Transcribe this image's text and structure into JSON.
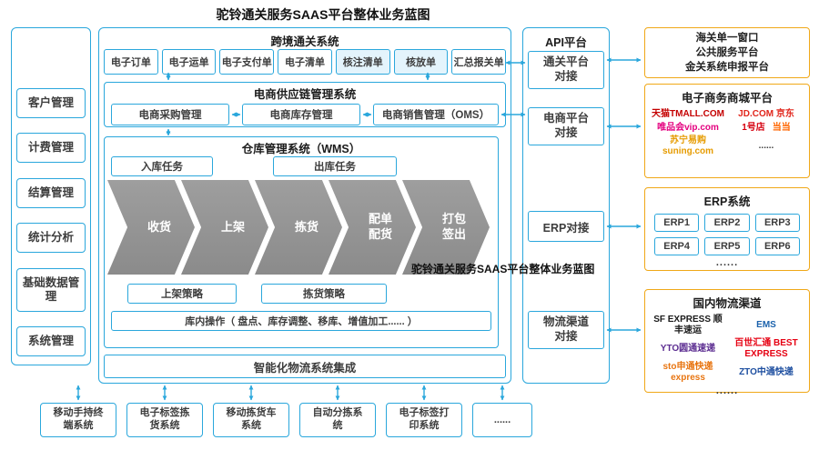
{
  "title": "驼铃通关服务SAAS平台整体业务蓝图",
  "watermark": "驼铃通关服务SAAS平台整体业务蓝图",
  "colors": {
    "accent": "#2AA7DC",
    "panel_border": "#F0A818",
    "chevron": "#8F8F8F"
  },
  "sidebar": {
    "items": [
      "客户管理",
      "计费管理",
      "结算管理",
      "统计分析",
      "基础数据管理",
      "系统管理"
    ]
  },
  "customs": {
    "title": "跨境通关系统",
    "items": [
      "电子订单",
      "电子运单",
      "电子支付单",
      "电子清单",
      "核注清单",
      "核放单",
      "汇总报关单"
    ]
  },
  "supply": {
    "title": "电商供应链管理系统",
    "items": [
      "电商采购管理",
      "电商库存管理",
      "电商销售管理（OMS）"
    ]
  },
  "wms": {
    "title": "仓库管理系统（WMS）",
    "inbound": "入库任务",
    "outbound": "出库任务",
    "flow": [
      "收货",
      "上架",
      "拣货",
      "配单配货",
      "打包签出"
    ],
    "strategies": [
      "上架策略",
      "拣货策略"
    ],
    "ops": "库内操作（ 盘点、库存调整、移库、增值加工...... ）"
  },
  "integration": "智能化物流系统集成",
  "api": {
    "title": "API平台",
    "items": [
      "通关平台对接",
      "电商平台对接",
      "ERP对接",
      "物流渠道对接"
    ]
  },
  "panels": {
    "customs_window": {
      "lines": [
        "海关单一窗口",
        "公共服务平台",
        "金关系统申报平台"
      ]
    },
    "mall": {
      "title": "电子商务商城平台",
      "brands": [
        {
          "label": "天猫TMALL.COM",
          "color": "#C40000"
        },
        {
          "label": "JD.COM 京东",
          "color": "#E1251B"
        },
        {
          "label": "唯品会vip.com",
          "color": "#E4007F"
        },
        {
          "label": "1号店",
          "color": "#D6000F"
        },
        {
          "label": "当当",
          "color": "#FF6600"
        },
        {
          "label": "苏宁易购 suning.com",
          "color": "#E69B00"
        }
      ],
      "more": "......"
    },
    "erp": {
      "title": "ERP系统",
      "items": [
        "ERP1",
        "ERP2",
        "ERP3",
        "ERP4",
        "ERP5",
        "ERP6"
      ],
      "more": "......"
    },
    "logistics": {
      "title": "国内物流渠道",
      "brands": [
        {
          "label": "SF EXPRESS 顺丰速运",
          "color": "#1A1A1A"
        },
        {
          "label": "EMS",
          "color": "#1B62AC"
        },
        {
          "label": "YTO圆通速递",
          "color": "#5C2D91"
        },
        {
          "label": "百世汇通 BEST EXPRESS",
          "color": "#E60012"
        },
        {
          "label": "sto申通快递 express",
          "color": "#E87511"
        },
        {
          "label": "ZTO中通快递",
          "color": "#1E4FA0"
        }
      ],
      "more": "......"
    }
  },
  "bottom": {
    "items": [
      "移动手持终端系统",
      "电子标签拣货系统",
      "移动拣货车系统",
      "自动分拣系统",
      "电子标签打印系统",
      "......"
    ]
  }
}
